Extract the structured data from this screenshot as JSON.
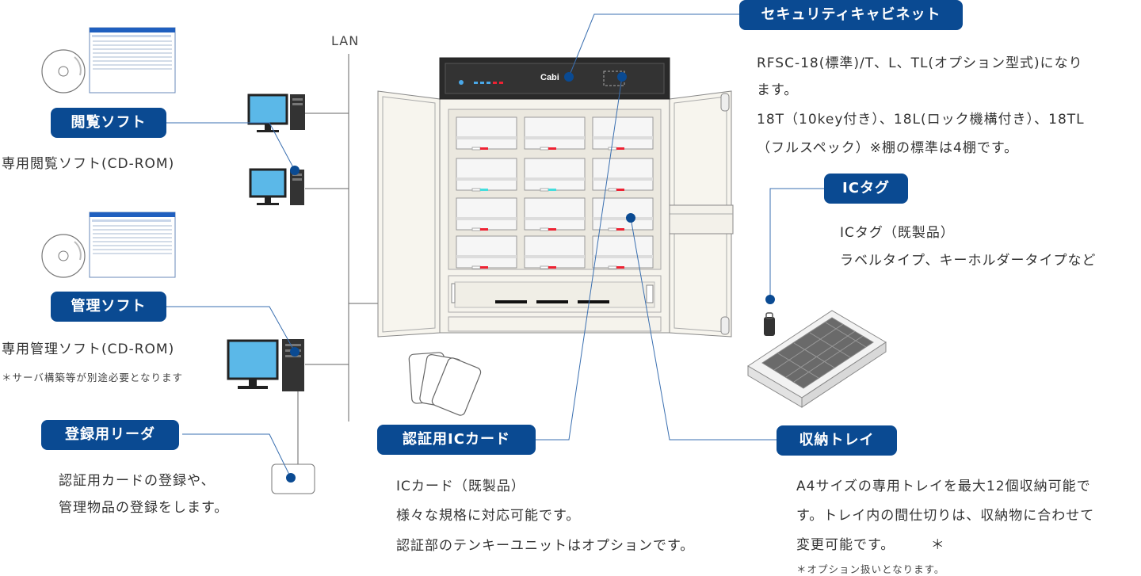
{
  "lan_label": "LAN",
  "viewer": {
    "label": "閲覧ソフト",
    "desc": "専用閲覧ソフト(CD-ROM)"
  },
  "manager": {
    "label": "管理ソフト",
    "desc": "専用管理ソフト(CD-ROM)",
    "note": "＊サーバ構築等が別途必要となります"
  },
  "reader": {
    "label": "登録用リーダ",
    "lines": [
      "認証用カードの登録や、",
      "管理物品の登録をします。"
    ]
  },
  "cabinet": {
    "label": "セキュリティキャビネット",
    "brand": "Cabi",
    "lines": [
      "RFSC-18(標準)/T、L、TL(オプション型式)になり",
      "ます。",
      "18T（10key付き）、18L(ロック機構付き）、18TL",
      "（フルスペック）※棚の標準は4棚です。"
    ]
  },
  "ictag": {
    "label": "ICタグ",
    "lines": [
      "ICタグ（既製品）",
      "ラベルタイプ、キーホルダータイプなど"
    ]
  },
  "iccard": {
    "label": "認証用ICカード",
    "lines": [
      "ICカード（既製品）",
      "様々な規格に対応可能です。",
      "認証部のテンキーユニットはオプションです。"
    ]
  },
  "tray": {
    "label": "収納トレイ",
    "lines": [
      "A4サイズの専用トレイを最大12個収納可能で",
      "す。トレイ内の間仕切りは、収納物に合わせて",
      "変更可能です。　　　＊"
    ],
    "note": "＊オプション扱いとなります。"
  },
  "colors": {
    "accent": "#0a4a92",
    "line": "#3a6fb0",
    "screen": "#5bb8e8",
    "cabinet_body": "#f5f3ec",
    "cabinet_top": "#2a2a2a"
  }
}
